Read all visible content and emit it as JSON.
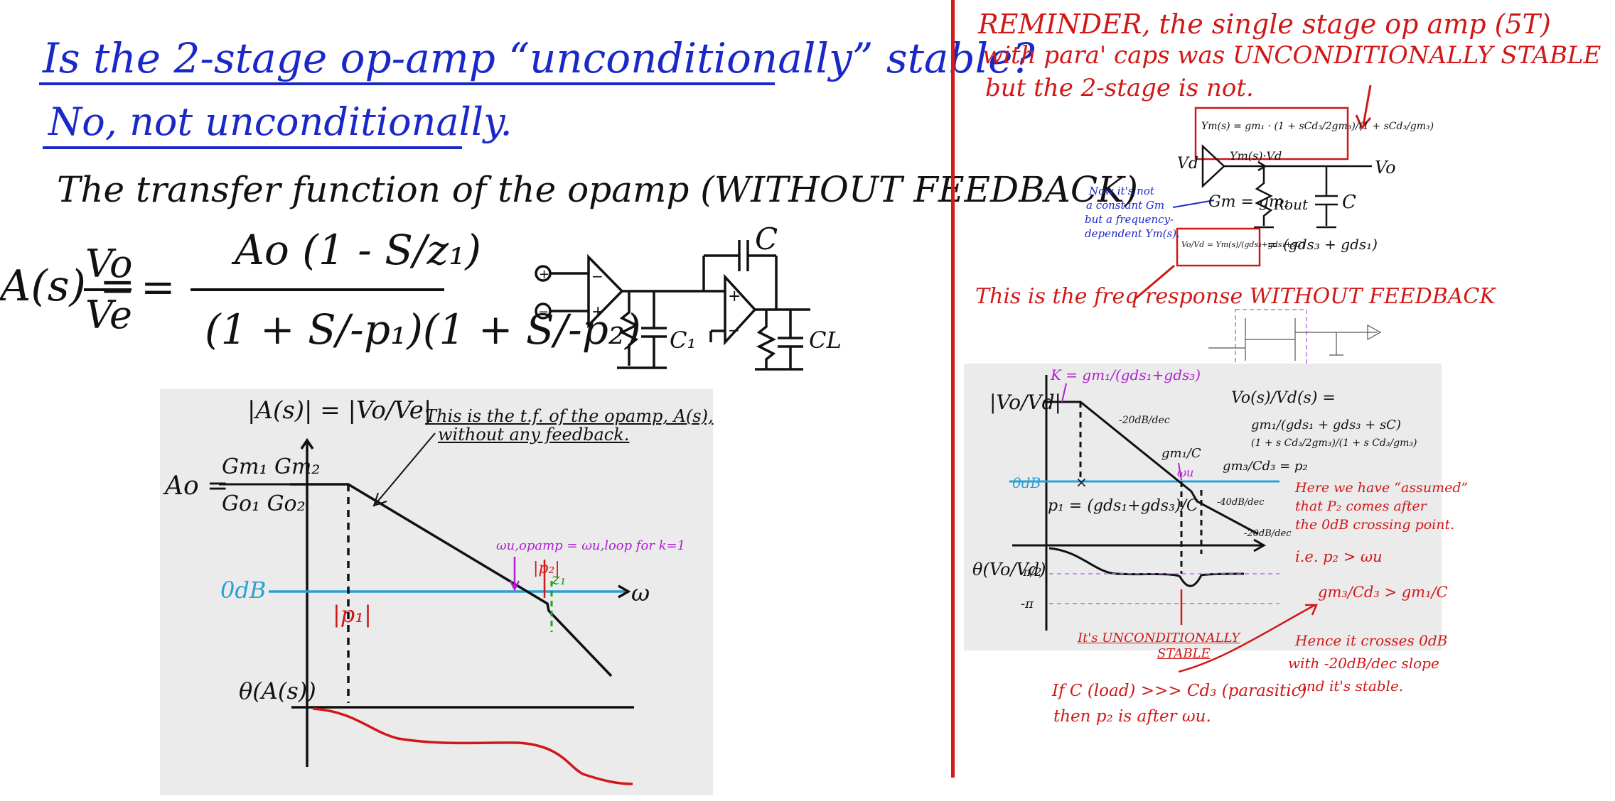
{
  "colors": {
    "blue_ink": "#1a28c8",
    "red_ink": "#d01818",
    "black_ink": "#111111",
    "cyan_axis": "#2aa0d8",
    "magenta": "#b020d0",
    "green": "#20a020",
    "panel": "#ebebeb"
  },
  "left": {
    "title_line1": "Is the 2-stage op-amp “unconditionally” stable?",
    "title_line2": "No, not unconditionally.",
    "tf_heading": "The transfer function of the opamp (WITHOUT FEEDBACK)",
    "eq_lhs": "A(s) =",
    "eq_vo": "Vo",
    "eq_ve": "Ve",
    "eq_equals": "=",
    "eq_num": "Ao (1 - S/z₁)",
    "eq_den": "(1 + S/-p₁)(1 + S/-p₂)",
    "schem_C": "C",
    "schem_C1": "C₁",
    "schem_CL": "CL",
    "bode_ylabel": "|A(s)| = |Vo/Ve|",
    "bode_A0": "Ao =",
    "bode_A0_num": "Gm₁ Gm₂",
    "bode_A0_den": "Go₁ Go₂",
    "bode_note_line1": "This is the t.f. of the opamp, A(s),",
    "bode_note_line2": "without any feedback.",
    "bode_wu": "ωu,opamp = ωu,loop for k=1",
    "bode_p2": "|p₂|",
    "bode_z1": "z₁",
    "bode_0db": "0dB",
    "bode_omega": "ω",
    "bode_p1": "|p₁|",
    "phase_label": "θ(A(s))"
  },
  "right": {
    "reminder_line1": "REMINDER, the single stage op amp (5T)",
    "reminder_line2": "with para' caps was UNCONDITIONALLY STABLE",
    "reminder_line3": "but the 2-stage is not.",
    "ym_box": "Ym(s) = gm₁ · (1 + sCd₃/2gm₃)/(1 + sCd₃/gm₃)",
    "ym_wire": "Ym(s)·Vd",
    "vd_label": "Vd",
    "vo_label": "Vo",
    "gm_label": "Gm = gm₁",
    "rout_label": "Rout",
    "c_label": "C",
    "rout_value": "= (gds₃ + gds₁)",
    "blue_note_line1": "Now it's not",
    "blue_note_line2": "a constant Gm",
    "blue_note_line3": "but a frequency-",
    "blue_note_line4": "dependent Ym(s).",
    "vo_vd_box": "Vo/Vd = Ym(s)/(gds₃+gds₁+sC)",
    "freq_heading": "This is the freq response WITHOUT FEEDBACK",
    "k_label": "K = gm₁/(gds₁+gds₃)",
    "ylabel": "|Vo/Vd|",
    "slope1": "-20dB/dec",
    "gm1c": "gm₁/C",
    "wu": "ωu",
    "gm3cd3": "gm₃/Cd₃ = p₂",
    "slope2": "-40dB/dec",
    "slope3": "-20dB/dec",
    "zero_db": "0dB",
    "p1_expr": "p₁ = (gds₁+gds₃)/C",
    "tf_lhs": "Vo(s)/Vd(s) =",
    "tf_mid": "gm₁/(gds₁ + gds₃ + sC)",
    "tf_right": "(1 + s Cd₃/2gm₃)/(1 + s Cd₃/gm₃)",
    "phase_label": "θ(Vo/Vd)",
    "pi2": "-π/2",
    "pi": "-π",
    "assume_line1": "Here we have “assumed”",
    "assume_line2": "that P₂ comes after",
    "assume_line3": "the 0dB crossing point.",
    "ie_line": "i.e. p₂ > ωu",
    "ineq": "gm₃/Cd₃ > gm₁/C",
    "hence_line1": "Hence it crosses 0dB",
    "hence_line2": "with -20dB/dec slope",
    "hence_line3": "and it's stable.",
    "uncond_line1": "It's UNCONDITIONALLY",
    "uncond_line2": "STABLE",
    "if_line1": "If C (load) >>> Cd₃ (parasitic)",
    "if_line2": "then p₂ is after ωu."
  }
}
